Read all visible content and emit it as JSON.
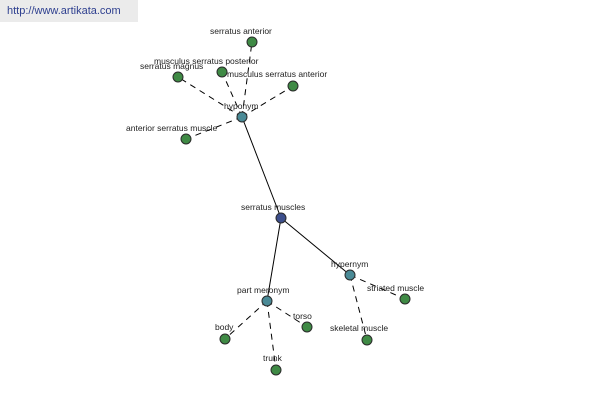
{
  "watermark": "http://www.artikata.com",
  "colors": {
    "center": "#3d4f8c",
    "relation": "#4a8a96",
    "leaf": "#3f8a45",
    "edge": "#000000"
  },
  "nodes": [
    {
      "id": "serratus-muscles",
      "label": "serratus muscles",
      "kind": "center"
    },
    {
      "id": "hyponym",
      "label": "hyponym",
      "kind": "relation"
    },
    {
      "id": "hypernym",
      "label": "hypernym",
      "kind": "relation"
    },
    {
      "id": "part-meronym",
      "label": "part meronym",
      "kind": "relation"
    },
    {
      "id": "serratus-anterior",
      "label": "serratus anterior",
      "kind": "leaf"
    },
    {
      "id": "musculus-serratus-posterior",
      "label": "musculus serratus posterior",
      "kind": "leaf"
    },
    {
      "id": "serratus-magnus",
      "label": "serratus magnus",
      "kind": "leaf"
    },
    {
      "id": "musculus-serratus-anterior",
      "label": "musculus serratus anterior",
      "kind": "leaf"
    },
    {
      "id": "anterior-serratus-muscle",
      "label": "anterior serratus muscle",
      "kind": "leaf"
    },
    {
      "id": "striated-muscle",
      "label": "striated muscle",
      "kind": "leaf"
    },
    {
      "id": "skeletal-muscle",
      "label": "skeletal muscle",
      "kind": "leaf"
    },
    {
      "id": "body",
      "label": "body",
      "kind": "leaf"
    },
    {
      "id": "torso",
      "label": "torso",
      "kind": "leaf"
    },
    {
      "id": "trunk",
      "label": "trunk",
      "kind": "leaf"
    }
  ],
  "edges": [
    {
      "from": "serratus-muscles",
      "to": "hyponym",
      "style": "solid"
    },
    {
      "from": "serratus-muscles",
      "to": "hypernym",
      "style": "solid"
    },
    {
      "from": "serratus-muscles",
      "to": "part-meronym",
      "style": "solid"
    },
    {
      "from": "hyponym",
      "to": "serratus-anterior",
      "style": "dashed"
    },
    {
      "from": "hyponym",
      "to": "musculus-serratus-posterior",
      "style": "dashed"
    },
    {
      "from": "hyponym",
      "to": "serratus-magnus",
      "style": "dashed"
    },
    {
      "from": "hyponym",
      "to": "musculus-serratus-anterior",
      "style": "dashed"
    },
    {
      "from": "hyponym",
      "to": "anterior-serratus-muscle",
      "style": "dashed"
    },
    {
      "from": "hypernym",
      "to": "striated-muscle",
      "style": "dashed"
    },
    {
      "from": "hypernym",
      "to": "skeletal-muscle",
      "style": "dashed"
    },
    {
      "from": "part-meronym",
      "to": "body",
      "style": "dashed"
    },
    {
      "from": "part-meronym",
      "to": "torso",
      "style": "dashed"
    },
    {
      "from": "part-meronym",
      "to": "trunk",
      "style": "dashed"
    }
  ]
}
